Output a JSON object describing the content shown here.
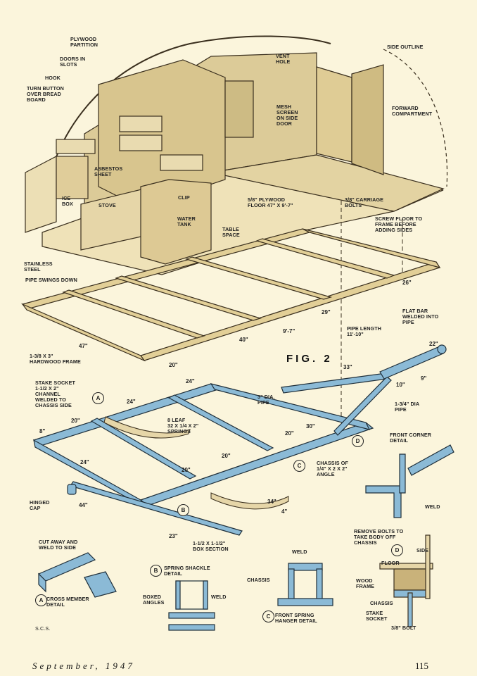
{
  "colors": {
    "paper": "#fbf5dc",
    "wood": "#e6d6a8",
    "wood_dark": "#b89f66",
    "chassis_blue": "#8bbad6",
    "ink": "#222222"
  },
  "figure_label": "FIG. 2",
  "trailer_labels": {
    "plywood_partition": "PLYWOOD\nPARTITION",
    "doors_in_slots": "DOORS IN\nSLOTS",
    "hook": "HOOK",
    "turn_button": "TURN BUTTON\nOVER BREAD\nBOARD",
    "vent_hole": "VENT\nHOLE",
    "side_outline": "SIDE OUTLINE",
    "mesh_screen": "MESH\nSCREEN\nON SIDE\nDOOR",
    "forward_compartment": "FORWARD\nCOMPARTMENT",
    "asbestos_sheet": "ASBESTOS\nSHEET",
    "ice_box": "ICE\nBOX",
    "stove": "STOVE",
    "clip": "CLIP",
    "water_tank": "WATER\nTANK",
    "plywood_floor": "5/8\" PLYWOOD\nFLOOR 47\" X 9'-7\"",
    "carriage_bolts": "3/8\" CARRIAGE\nBOLTS",
    "screw_floor": "SCREW FLOOR TO\nFRAME BEFORE\nADDING SIDES",
    "table_space": "TABLE\nSPACE",
    "stainless_steel": "STAINLESS\nSTEEL",
    "pipe_swings_down": "PIPE SWINGS DOWN",
    "hardwood_frame": "1-3/8 X 3\"\nHARDWOOD FRAME"
  },
  "frame_dimensions": {
    "d26": "26\"",
    "d29": "29\"",
    "d9_7": "9'-7\"",
    "d40": "40\"",
    "d47": "47\"",
    "d20": "20\""
  },
  "chassis_labels": {
    "pipe_length": "PIPE LENGTH\n11'-10\"",
    "flat_bar": "FLAT BAR\nWELDED INTO\nPIPE",
    "stake_socket": "STAKE SOCKET\n1-1/2 X 2\"\nCHANNEL\nWELDED TO\nCHASSIS SIDE",
    "dia_pipe_3": "3\" DIA.\nPIPE",
    "leaf_springs": "8 LEAF\n32 X 1/4 X 2\"\nSPRINGS",
    "dia_pipe_134": "1-3/4\" DIA\nPIPE",
    "front_corner_detail": "FRONT CORNER\nDETAIL",
    "chassis_angle": "CHASSIS OF\n1/4\" X 2 X 2\"\nANGLE",
    "hinged_cap": "HINGED\nCAP",
    "box_section": "1-1/2 X 1-1/2\"\nBOX SECTION",
    "weld": "WELD",
    "remove_bolts": "REMOVE BOLTS TO\nTAKE BODY OFF\nCHASSIS",
    "side": "SIDE",
    "floor": "FLOOR",
    "wood_frame": "WOOD\nFRAME",
    "chassis": "CHASSIS",
    "stake_socket_short": "STAKE\nSOCKET",
    "bolt_38": "3/8\" BOLT"
  },
  "chassis_dimensions": {
    "d22": "22\"",
    "d33": "33\"",
    "d10": "10\"",
    "d9": "9\"",
    "d24a": "24\"",
    "d24b": "24\"",
    "d20a": "20\"",
    "d8": "8\"",
    "d20b": "20\"",
    "d30": "30\"",
    "d20c": "20\"",
    "d20d": "20\"",
    "d24c": "24\"",
    "d44": "44\"",
    "d34": "34\"",
    "d4": "4\"",
    "d23": "23\""
  },
  "details": {
    "cut_away": "CUT AWAY AND\nWELD TO SIDE",
    "cross_member": "CROSS MEMBER\nDETAIL",
    "spring_shackle": "SPRING SHACKLE\nDETAIL",
    "boxed_angles": "BOXED\nANGLES",
    "weld_b": "WELD",
    "weld_c": "WELD",
    "chassis_c": "CHASSIS",
    "front_spring": "FRONT SPRING\nHANGER DETAIL",
    "initials": "S.C.S."
  },
  "callouts": {
    "a": "A",
    "b": "B",
    "c": "C",
    "d": "D"
  },
  "footer": {
    "month_year": "September,  1947",
    "page": "115"
  }
}
